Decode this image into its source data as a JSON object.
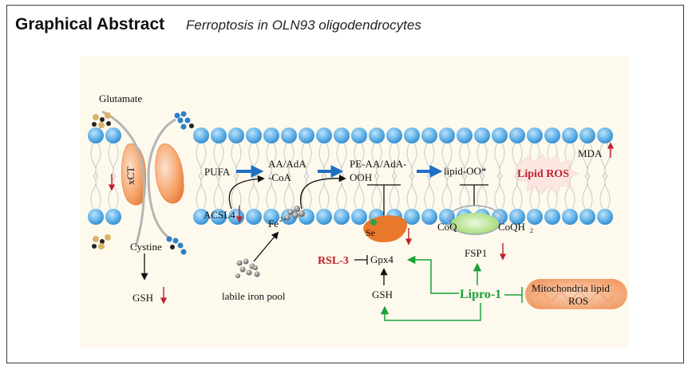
{
  "header": {
    "title": "Graphical Abstract",
    "subtitle": "Ferroptosis in OLN93 oligodendrocytes"
  },
  "labels": {
    "glutamate": "Glutamate",
    "cystine": "Cystine",
    "xct": "xCT",
    "gsh_left": "GSH",
    "pufa": "PUFA",
    "aa_coa_1": "AA/AdA",
    "aa_coa_2": "-CoA",
    "acsl4": "ACSL4",
    "fe": "Fe",
    "fe_sup": "2+",
    "labile_iron": "labile iron pool",
    "pe_aa_1": "PE-AA/AdA-",
    "pe_aa_2": "OOH",
    "lipid_oo": "lipid-OO*",
    "lipid_ros": "Lipid ROS",
    "mda": "MDA",
    "se": "Se",
    "coq": "CoQ",
    "coqh": "CoQH",
    "coqh_sub": "2",
    "gpx4": "Gpx4",
    "rsl3": "RSL-3",
    "fsp1": "FSP1",
    "gsh_center": "GSH",
    "lipro1": "Lipro-1",
    "mito_1": "Mitochondria  lipid",
    "mito_2": "ROS"
  },
  "colors": {
    "panel_bg": "#fdf9ec",
    "lipid_head": "#4aa3e0",
    "arrow_blue": "#1f6fc4",
    "down_red": "#c0202a",
    "inhibit_green": "#1aa23a",
    "xct_orange": "#f08a4b",
    "gpx4_orange": "#e8782a",
    "fsp1_green": "#a8df7a",
    "mito_orange": "#f3a77b",
    "ros_burst": "#fbe6e2"
  }
}
